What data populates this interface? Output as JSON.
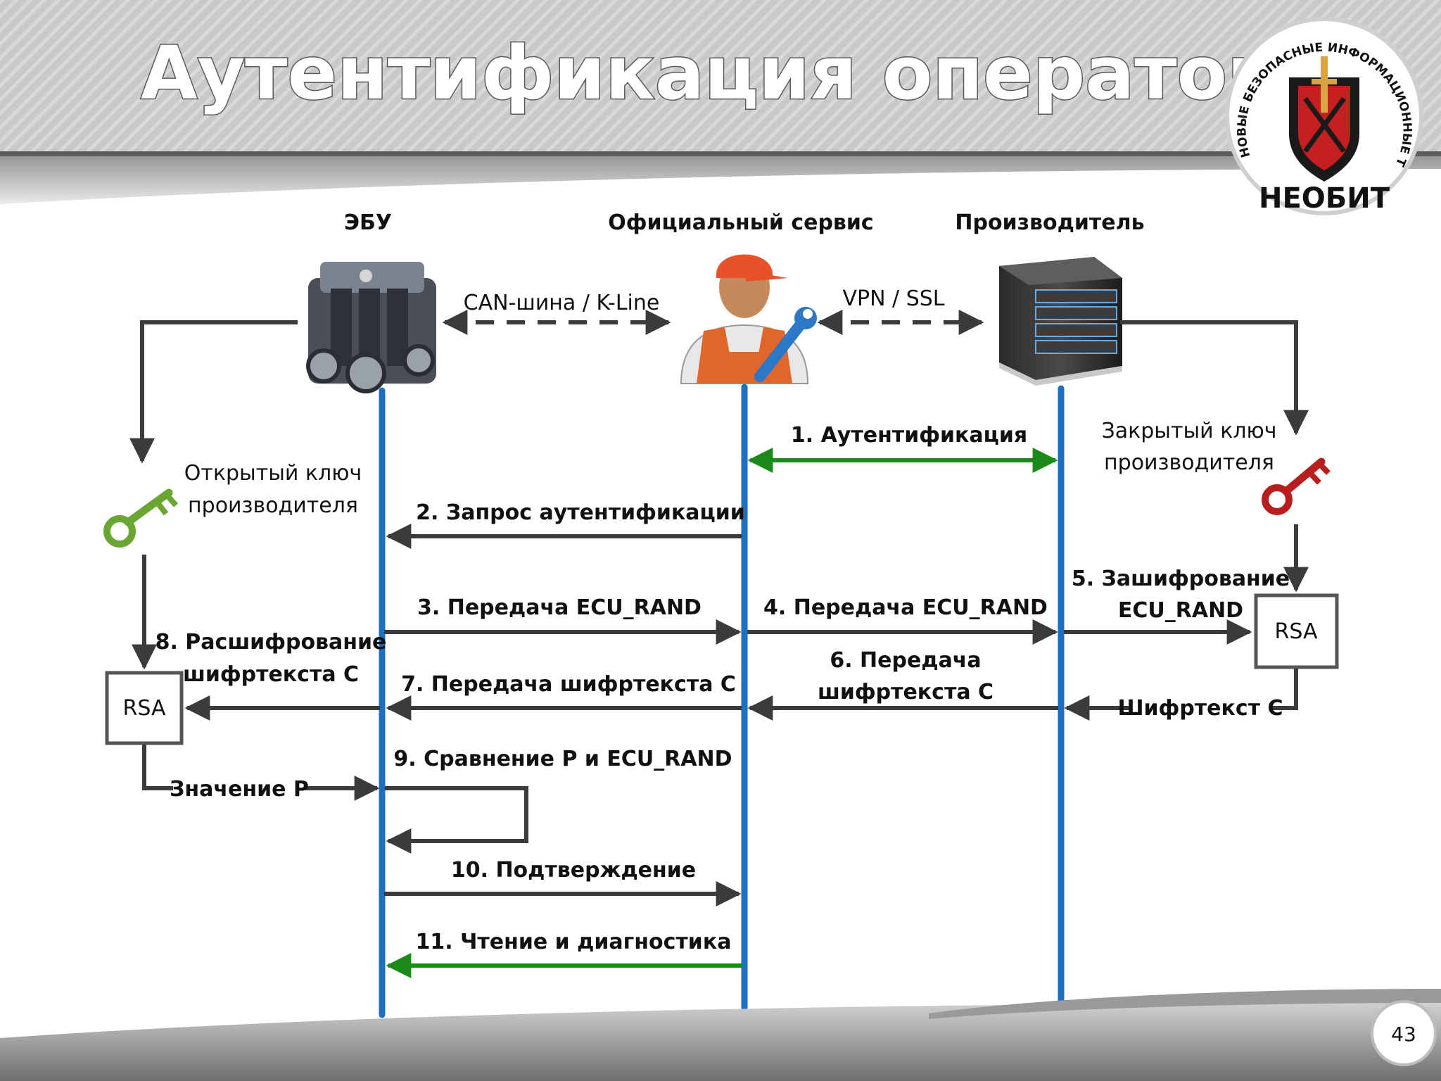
{
  "slide": {
    "title": "Аутентификация оператора",
    "page_number": "43"
  },
  "logo": {
    "ring_text": "НОВЫЕ БЕЗОПАСНЫЕ ИНФОРМАЦИОННЫЕ ТЕХНОЛОГИИ",
    "brand": "НЕОБИТ"
  },
  "actors": {
    "ecu": "ЭБУ",
    "service": "Официальный сервис",
    "manufacturer": "Производитель"
  },
  "links": {
    "can": "CAN-шина / K-Line",
    "vpn": "VPN / SSL"
  },
  "keys": {
    "public_line1": "Открытый ключ",
    "public_line2": "производителя",
    "private_line1": "Закрытый ключ",
    "private_line2": "производителя"
  },
  "boxes": {
    "rsa_left": "RSA",
    "rsa_right": "RSA"
  },
  "labels": {
    "ciphertext": "Шифртекст  С",
    "value_p": "Значение Р"
  },
  "steps": {
    "s1": "1. Аутентификация",
    "s2": "2. Запрос аутентификации",
    "s3": "3. Передача ECU_RAND",
    "s4": "4. Передача ECU_RAND",
    "s5_line1": "5. Зашифрование",
    "s5_line2": "ECU_RAND",
    "s6_line1": "6. Передача",
    "s6_line2": "шифртекста С",
    "s7": "7. Передача шифртекста С",
    "s8_line1": "8. Расшифрование",
    "s8_line2": "шифртекста С",
    "s9": "9. Сравнение Р и ECU_RAND",
    "s10": "10. Подтверждение",
    "s11": "11. Чтение и диагностика"
  },
  "colors": {
    "lifeline": "#1f6fc0",
    "message": "#3b3b3b",
    "success": "#1b8a1b",
    "key_public": "#6aa632",
    "key_private": "#b81e1e"
  },
  "icons": {
    "ecu": "engine-icon",
    "service": "mechanic-icon",
    "manufacturer": "server-icon",
    "public_key": "green-key-icon",
    "private_key": "red-key-icon"
  }
}
